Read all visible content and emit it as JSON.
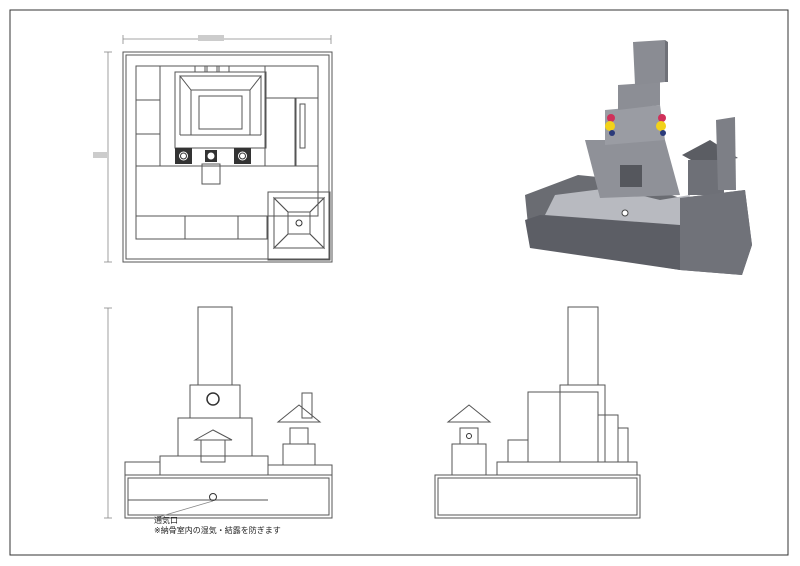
{
  "drawing": {
    "views": [
      "plan-view",
      "perspective-render",
      "front-elevation",
      "side-elevation"
    ],
    "annotation": {
      "label": "通気口",
      "description": "※納骨室内の湿気・結露を防ぎます"
    },
    "colors": {
      "frame": "#333333",
      "line": "#555555",
      "granite_light": "#9a9ca3",
      "granite_dark": "#5d5f66",
      "flower_yellow": "#f2d21a",
      "flower_red": "#d0305a"
    }
  }
}
